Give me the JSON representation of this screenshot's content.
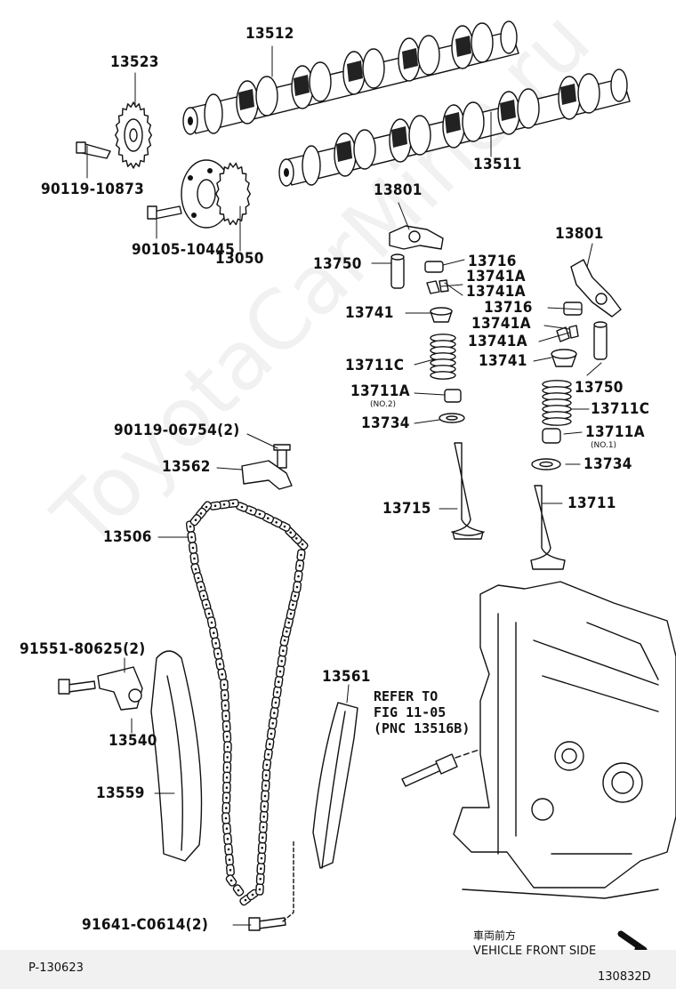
{
  "watermark": "ToyotaCarMine.ru",
  "parts": {
    "p13512": "13512",
    "p13523": "13523",
    "p90119_10873": "90119-10873",
    "p13511": "13511",
    "p90105_10445": "90105-10445",
    "p13050": "13050",
    "p13801_a": "13801",
    "p13801_b": "13801",
    "p13750_a": "13750",
    "p13716_a": "13716",
    "p13741A_a": "13741A",
    "p13741A_b": "13741A",
    "p13741_a": "13741",
    "p13716_b": "13716",
    "p13741A_c": "13741A",
    "p13741A_d": "13741A",
    "p13741_b": "13741",
    "p13711C_a": "13711C",
    "p13750_b": "13750",
    "p13711A_a": "13711A",
    "no2": "(NO.2)",
    "p13711C_b": "13711C",
    "p13734_a": "13734",
    "p13711A_b": "13711A",
    "no1": "(NO.1)",
    "p90119_06754": "90119-06754(2)",
    "p13734_b": "13734",
    "p13562": "13562",
    "p13715": "13715",
    "p13711": "13711",
    "p13506": "13506",
    "p91551_80625": "91551-80625(2)",
    "p13561": "13561",
    "p13540": "13540",
    "p13559": "13559",
    "p91641_C0614": "91641-C0614(2)"
  },
  "refer": "REFER TO\nFIG 11-05\n(PNC 13516B)",
  "vehicle_front_jp": "車両前方",
  "vehicle_front_en": "VEHICLE FRONT SIDE",
  "page_code": "P-130623",
  "fig_code": "130832D"
}
